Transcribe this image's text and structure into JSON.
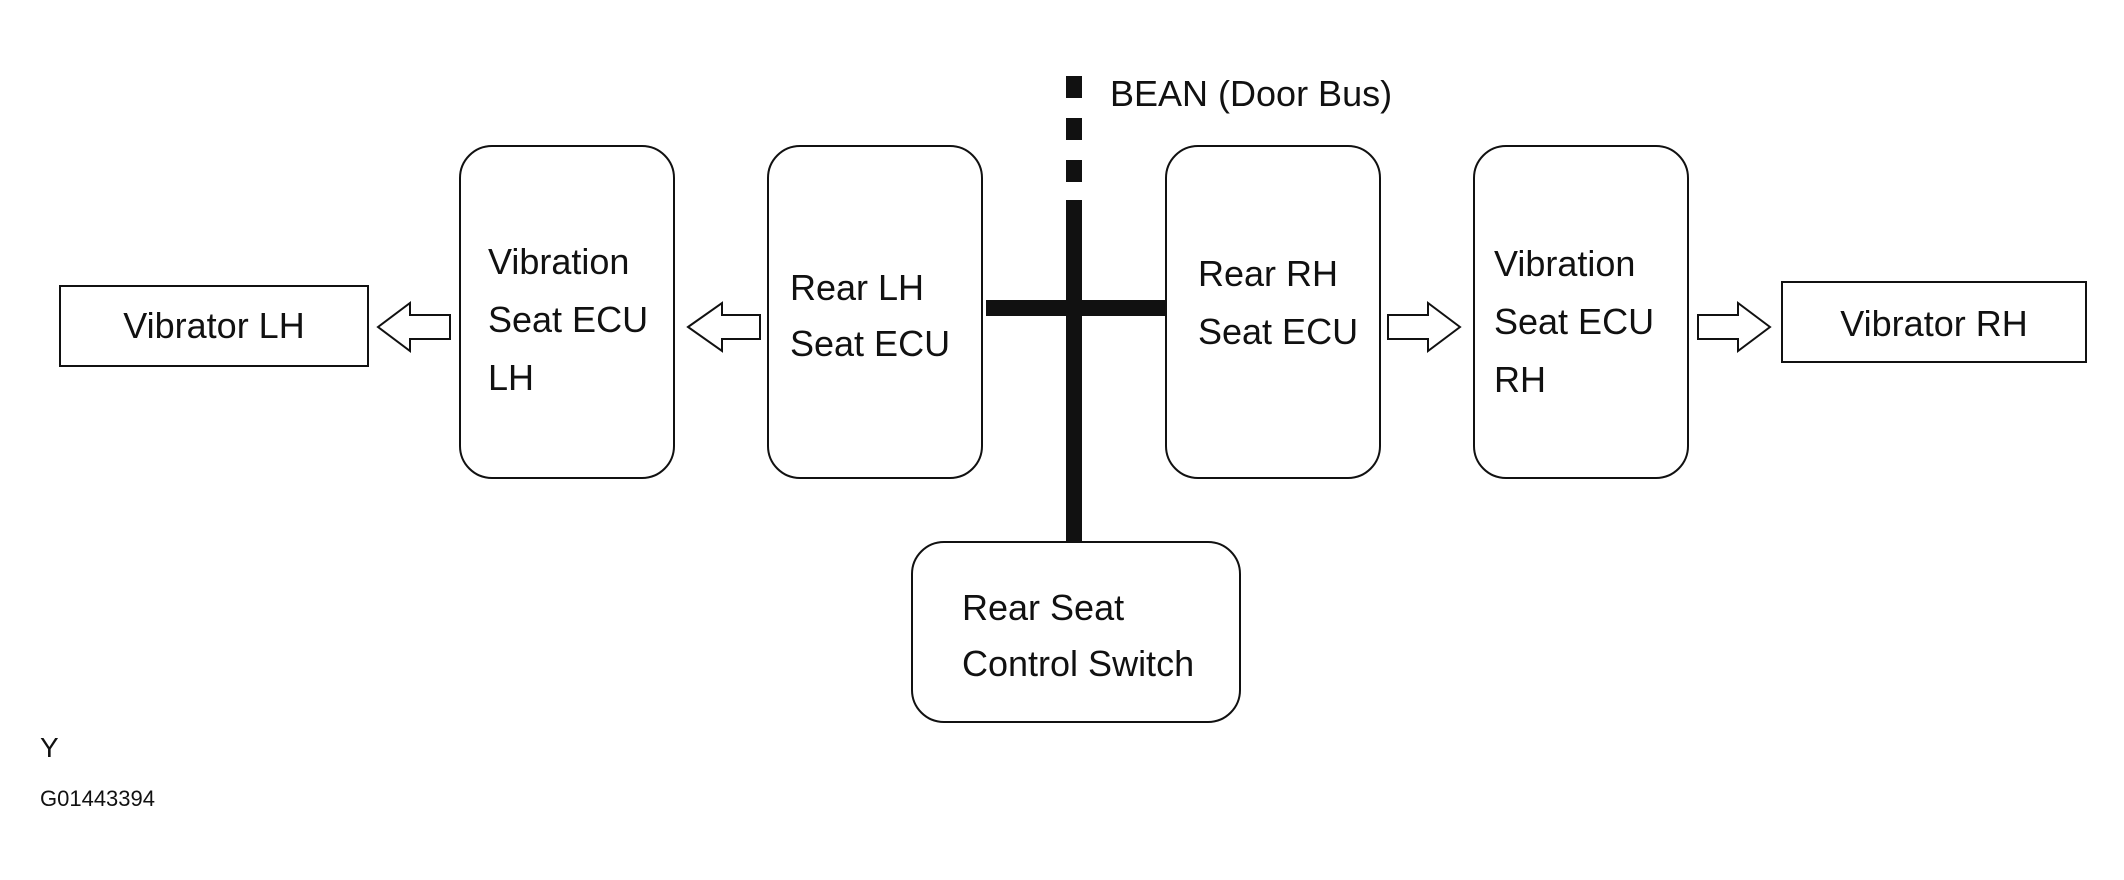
{
  "diagram": {
    "bus_label": "BEAN (Door Bus)",
    "nodes": {
      "vibrator_lh": [
        "Vibrator LH"
      ],
      "vibration_seat_ecu_lh": [
        "Vibration",
        "Seat ECU",
        "LH"
      ],
      "rear_lh_seat_ecu": [
        "Rear LH",
        "Seat ECU"
      ],
      "rear_rh_seat_ecu": [
        "Rear RH",
        "Seat ECU"
      ],
      "vibration_seat_ecu_rh": [
        "Vibration",
        "Seat ECU",
        "RH"
      ],
      "vibrator_rh": [
        "Vibrator RH"
      ],
      "rear_seat_control_switch": [
        "Rear Seat",
        "Control Switch"
      ]
    }
  },
  "footer": {
    "code_letter": "Y",
    "figure_id": "G01443394"
  },
  "colors": {
    "line": "#111111",
    "background": "#ffffff"
  }
}
